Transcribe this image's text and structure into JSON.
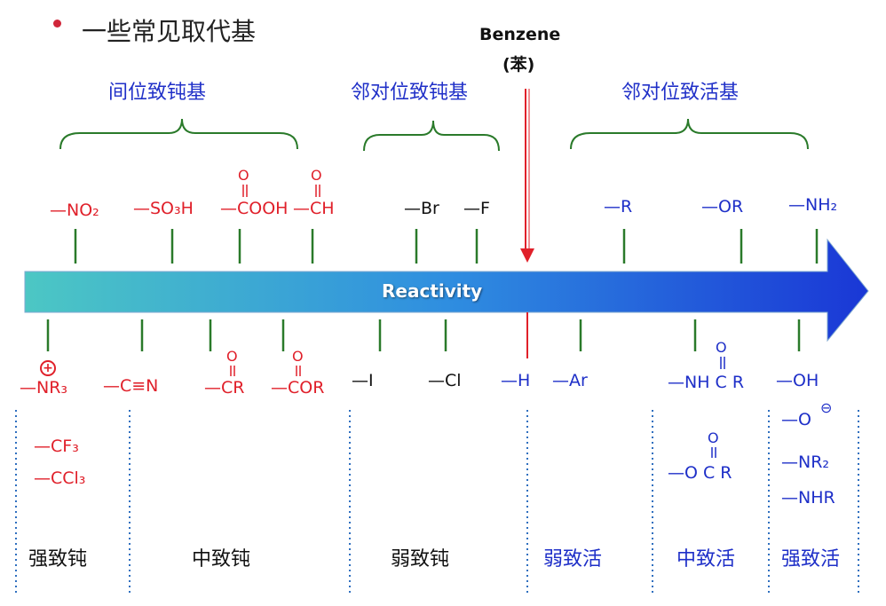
{
  "title": "一些常见取代基",
  "benzene": {
    "name": "Benzene",
    "cn": "(苯)"
  },
  "groups": {
    "meta_deactivating": "间位致钝基",
    "op_deactivating": "邻对位致钝基",
    "op_activating": "邻对位致活基"
  },
  "axis_label": "Reactivity",
  "substituents_top": {
    "no2": "—NO₂",
    "so3h": "—SO₃H",
    "cooh": "—COOH",
    "cho": "—CH",
    "br": "—Br",
    "f": "—F",
    "r": "—R",
    "or": "—OR",
    "nh2": "—NH₂"
  },
  "substituents_bottom": {
    "nr3": "—NR₃",
    "nr3_charge": "+",
    "cn": "—C≡N",
    "cor": "—CR",
    "coor": "—COR",
    "i": "—I",
    "cl": "—Cl",
    "h": "—H",
    "ar": "—Ar",
    "nhcor": "—NH C R",
    "oh": "—OH"
  },
  "extra": {
    "cf3": "—CF₃",
    "ccl3": "—CCl₃",
    "ocor": "—O C R",
    "o_minus": "—O",
    "o_minus_charge": "⊖",
    "nr2": "—NR₂",
    "nhr": "—NHR"
  },
  "carbonyl_o": "O",
  "categories": [
    "强致钝",
    "中致钝",
    "弱致钝",
    "弱致活",
    "中致活",
    "强致活"
  ],
  "colors": {
    "red": "#e0202a",
    "blue": "#1e2fc8",
    "green": "#2a7a2a",
    "arrow_start": "#49c3c2",
    "arrow_end": "#1a37d6"
  }
}
